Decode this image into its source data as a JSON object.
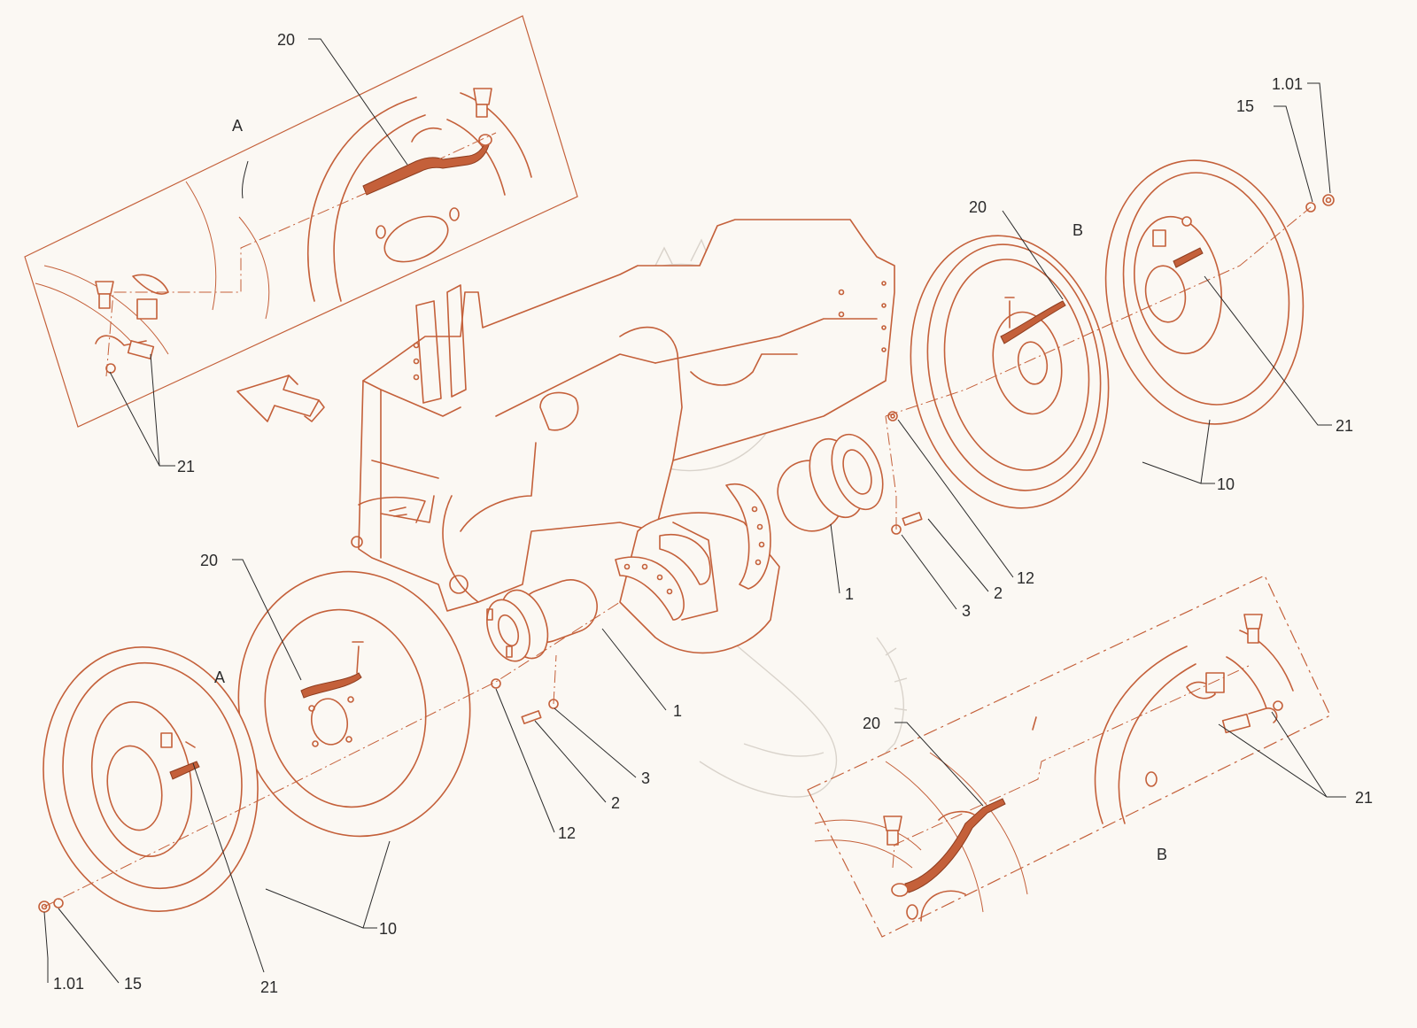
{
  "callouts": {
    "tl_20": "20",
    "tl_A": "A",
    "tl_21": "21",
    "tr_1_01": "1.01",
    "tr_15": "15",
    "tr_20": "20",
    "tr_B": "B",
    "tr_21": "21",
    "tr_10": "10",
    "mid_1": "1",
    "mid_12": "12",
    "mid_2": "2",
    "mid_3": "3",
    "bl_20": "20",
    "bl_A": "A",
    "c_1": "1",
    "c_3": "3",
    "c_2": "2",
    "c_12": "12",
    "bl_10": "10",
    "bl_1_01": "1.01",
    "bl_15": "15",
    "bl_21": "21",
    "br_20": "20",
    "br_21": "21",
    "br_B": "B"
  },
  "colors": {
    "line": "#c4603a",
    "text": "#2b2b2b",
    "background": "#fbf8f3",
    "watermark": "#d9d3cb"
  }
}
